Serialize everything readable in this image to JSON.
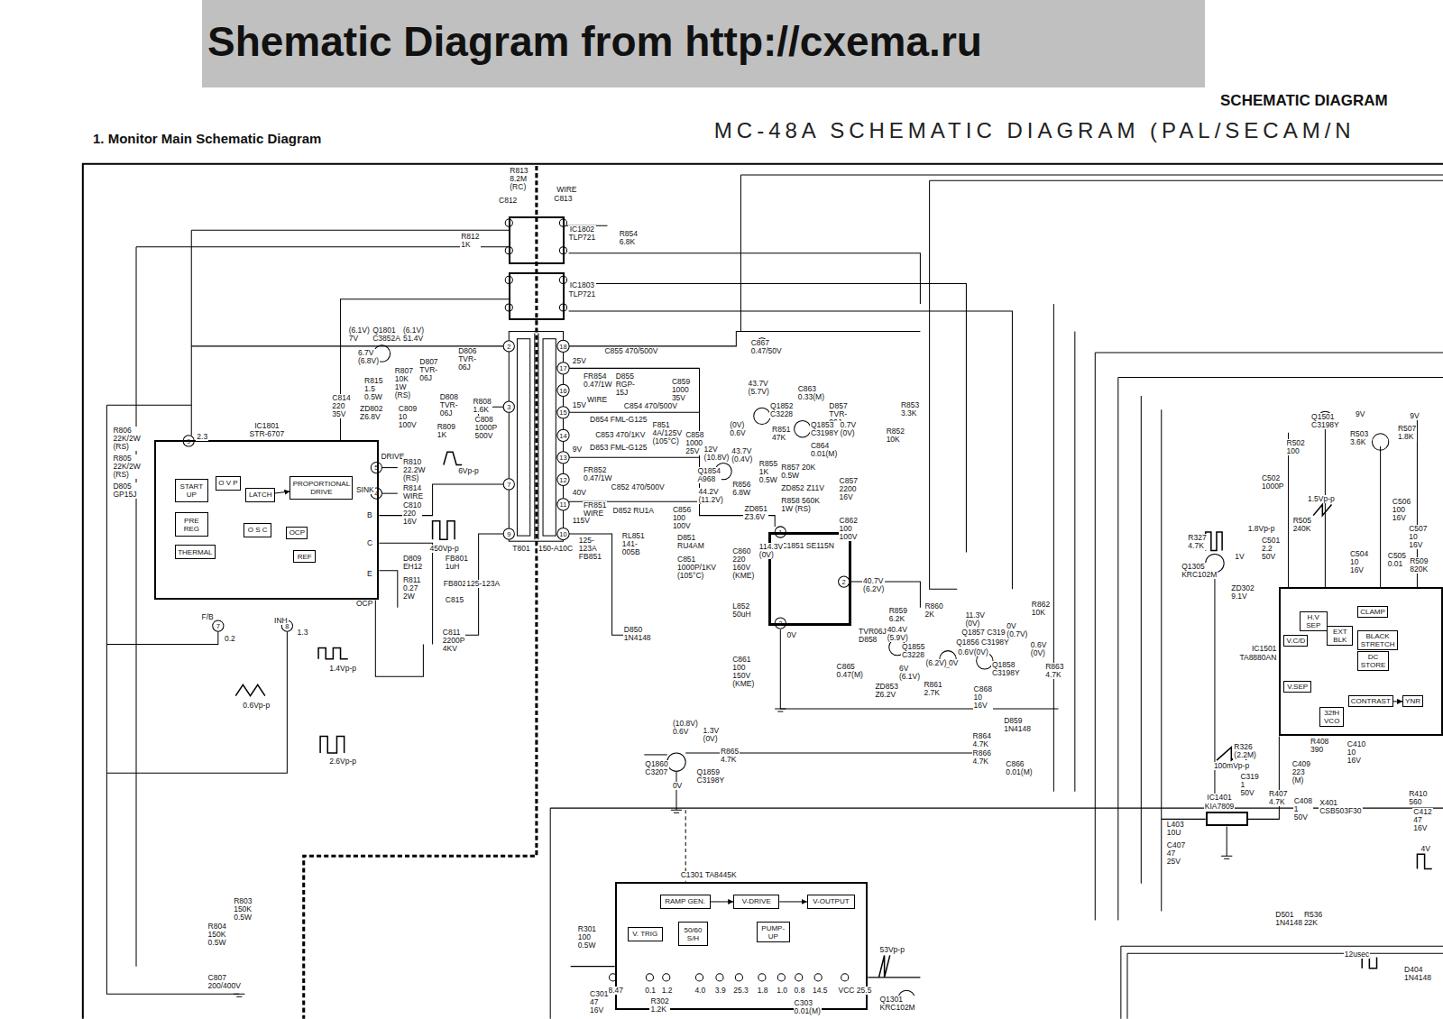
{
  "diagram": {
    "title": "Shematic Diagram from http://cxema.ru",
    "nodes": [
      {
        "text": [
          "IC1801",
          "STR-6707"
        ]
      },
      {
        "text": [
          "START UP"
        ],
        "in": 0
      },
      {
        "text": [
          "PRE REG"
        ],
        "in": 0
      },
      {
        "text": [
          "THERMAL"
        ],
        "in": 0
      },
      {
        "text": [
          "O V P"
        ],
        "in": 0
      },
      {
        "text": [
          "LATCH"
        ],
        "in": 0
      },
      {
        "text": [
          "PROPORTIONAL DRIVE"
        ],
        "in": 0
      },
      {
        "text": [
          "O S C"
        ],
        "in": 0
      },
      {
        "text": [
          "OCP"
        ],
        "in": 0
      },
      {
        "text": [
          "REF"
        ],
        "in": 0
      },
      {
        "text": [
          "IC1802 TLP721"
        ]
      },
      {
        "text": [
          "IC1803 TLP721"
        ]
      },
      {
        "text": [
          "IC1851 SE115N"
        ]
      },
      {
        "text": [
          "IC1401 KIA7809"
        ]
      },
      {
        "text": [
          "IC1501 TA8880AN"
        ]
      },
      {
        "text": [
          "H.V SEP"
        ],
        "in": 14
      },
      {
        "text": [
          "EXT BLK"
        ],
        "in": 14
      },
      {
        "text": [
          "CLAMP"
        ],
        "in": 14
      },
      {
        "text": [
          "BLACK STRETCH"
        ],
        "in": 14
      },
      {
        "text": [
          "DC STORE"
        ],
        "in": 14
      },
      {
        "text": [
          "V.C/D"
        ],
        "in": 14
      },
      {
        "text": [
          "V.SEP"
        ],
        "in": 14
      },
      {
        "text": [
          "CONTRAST"
        ],
        "in": 14
      },
      {
        "text": [
          "YNR"
        ],
        "in": 14
      },
      {
        "text": [
          "32fH VCO"
        ],
        "in": 14
      },
      {
        "text": [
          "C1301 TA8445K"
        ]
      },
      {
        "text": [
          "RAMP GEN."
        ],
        "in": 25
      },
      {
        "text": [
          "V-DRIVE"
        ],
        "in": 25
      },
      {
        "text": [
          "V-OUTPUT"
        ],
        "in": 25
      },
      {
        "text": [
          "V. TRIG"
        ],
        "in": 25
      },
      {
        "text": [
          "50/60 S/H"
        ],
        "in": 25
      },
      {
        "text": [
          "PUMP-UP"
        ],
        "in": 25
      }
    ],
    "edges": [
      {
        "from": 5,
        "to": 6,
        "arrow": "to"
      },
      {
        "from": 26,
        "to": 27,
        "arrow": "to"
      },
      {
        "from": 27,
        "to": 28,
        "arrow": "to"
      },
      {
        "from": 22,
        "to": 23,
        "arrow": "to"
      }
    ],
    "labels": [
      "SCHEMATIC DIAGRAM",
      "MC-48A SCHEMATIC DIAGRAM (PAL/SECAM/N",
      "1. Monitor Main Schematic Diagram",
      "R813 8.2M (RC)",
      "WIRE",
      "C813",
      "C812",
      "R812 1K",
      "R854 6.8K",
      "(6.1V) 7V",
      "Q1801 C3852A",
      "(6.1V) 51.4V",
      "6.7V (6.8V)",
      "D806 TVR-06J",
      "D807 TVR-06J",
      "R807 10K 1W (RS)",
      "R815 1.5 0.5W",
      "C814 220 35V",
      "ZD802 Z6.8V",
      "C809 10 100V",
      "D808 TVR-06J",
      "R808 1.6K",
      "R809 1K",
      "C808 1000P 500V",
      "R806 22K/2W (RS)",
      "R805 22K/2W (RS)",
      "D805 GP15J",
      "2.3",
      "DRIVE",
      "SINK",
      "R810 22.2W (RS)",
      "R814 WIRE",
      "C810 220 16V",
      "6Vp-p",
      "450Vp-p",
      "FB801 1uH",
      "FB802",
      "125-123A",
      "C815",
      "D809 EH12",
      "R811 0.27 2W",
      "C811 2200P 4KV",
      "OCP",
      "F/B",
      "0.2",
      "INH",
      "1.3",
      "1.4Vp-p",
      "0.6Vp-p",
      "2.6Vp-p",
      "9",
      "5",
      "4",
      "7",
      "8",
      "B",
      "C",
      "E",
      "T801",
      "150-A10C",
      "2",
      "3",
      "7",
      "9",
      "18",
      "17",
      "16",
      "15",
      "14",
      "13",
      "12",
      "11",
      "10",
      "25V",
      "15V",
      "9V",
      "40V",
      "115V",
      "C855 470/500V",
      "FR854 0.47/1W",
      "D855 RGP-15J",
      "C859 1000 35V",
      "WIRE",
      "C854 470/500V",
      "D854 FML-G125",
      "F851 4A/125V (105°C)",
      "C858 1000 25V",
      "C853 470/1KV",
      "D853 FML-G125",
      "FR852 0.47/1W",
      "C852 470/500V",
      "FR851 WIRE",
      "D852 RU1A",
      "C856 100 100V",
      "125-123A FB851",
      "RL851 141-005B",
      "D851 RU4AM",
      "C851 1000P/1KV (105°C)",
      "C860 220 160V (KME)",
      "114.3V (0V)",
      "L852 50uH",
      "D850 1N4148",
      "C861 100 150V (KME)",
      "C867 0.47/50V",
      "43.7V (5.7V)",
      "C863 0.33(M)",
      "Q1852 C3228",
      "D857 TVR-06J",
      "R853 3.3K",
      "R851 47K",
      "Q1853 C3198Y",
      "C864 0.01(M)",
      "0.7V (0V)",
      "R852 10K",
      "12V (10.8V)",
      "(0V) 0.6V",
      "43.7V (0.4V)",
      "Q1854 A968",
      "R855 1K 0.5W",
      "R857 20K 0.5W",
      "ZD852 Z11V",
      "44.2V (11.2V)",
      "R856 6.8W",
      "ZD851 Z3.6V",
      "R858 560K 1W (RS)",
      "C857 2200 16V",
      "C862 100 100V",
      "40.7V (6.2V)",
      "1",
      "2",
      "3",
      "0V",
      "R859 6.2K",
      "TVR06J D858",
      "40.4V (5.9V)",
      "Q1855 C3228",
      "R860 2K",
      "6V (6.1V)",
      "ZD853 Z6.2V",
      "R861 2.7K",
      "C865 0.47(M)",
      "11.3V (0V)",
      "Q1857 C3198Y",
      "Q1856 C3198Y",
      "0.6V(0V)",
      "(6.2V) 0V",
      "C868 10 16V",
      "0V (0.7V)",
      "R862 10K",
      "Q1858 C3198Y",
      "0.6V (0V)",
      "R863 4.7K",
      "D859 1N4148",
      "R864 4.7K",
      "R866 4.7K",
      "C866 0.01(M)",
      "(10.8V) 0.6V",
      "1.3V (0V)",
      "R865 4.7K",
      "Q1860 C3207",
      "Q1859 C3198Y",
      "0V",
      "Q1501 C3198Y",
      "9V",
      "9V",
      "R502 100",
      "C502 1000P",
      "R327 4.7K",
      "Q1305 KRC102M",
      "ZD302 9.1V",
      "1V",
      "1.8Vp-p",
      "C501 2.2 50V",
      "R505 240K",
      "1.5Vp-p",
      "R503 3.6K",
      "R507 1.8K",
      "C506 100 16V",
      "C507 10 16V",
      "C504 10 16V",
      "C505 0.01",
      "R509 820K",
      "100mVp-p",
      "R326 (2.2M)",
      "C319 1 50V",
      "R408 390",
      "C409 223 (M)",
      "R407 4.7K",
      "C408 1 50V",
      "X401 CSB503F30",
      "C410 10 16V",
      "L403 10U",
      "C407 47 25V",
      "D501 1N4148",
      "R536 22K",
      "R410 560",
      "C412 47 16V",
      "4V",
      "12usec",
      "D404 1N4148",
      "R301 100 0.5W",
      "53Vp-p",
      "8.47",
      "0.1",
      "1.2",
      "4.0",
      "3.9",
      "25.3",
      "1.8",
      "1.0",
      "0.8",
      "14.5",
      "VCC 25.5",
      "C301 47 16V",
      "R302 1.2K",
      "C303 0.01(M)",
      "Q1301 KRC102M",
      "R803 150K 0.5W",
      "R804 150K 0.5W",
      "C807 200/400V"
    ]
  }
}
